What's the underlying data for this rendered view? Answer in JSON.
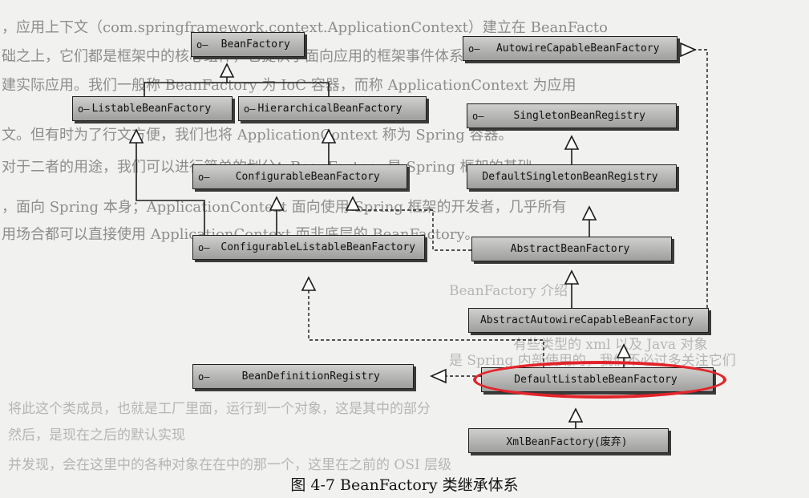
{
  "caption": "图 4-7  BeanFactory 类继承体系",
  "colors": {
    "box_top": "#cfcfcd",
    "box_bottom": "#9e9e9c",
    "highlight_ring": "#e3242b",
    "paper": "#f1f1ef"
  },
  "icon": "circle-dash-icon",
  "nodes": {
    "beanfactory": "BeanFactory",
    "listable": "ListableBeanFactory",
    "hierarchical": "HierarchicalBeanFactory",
    "configurable": "ConfigurableBeanFactory",
    "configurable_listable": "ConfigurableListableBeanFactory",
    "autowire_capable": "AutowireCapableBeanFactory",
    "singleton_registry": "SingletonBeanRegistry",
    "default_singleton": "DefaultSingletonBeanRegistry",
    "abstract_bf": "AbstractBeanFactory",
    "abstract_autowire": "AbstractAutowireCapableBeanFactory",
    "bd_registry": "BeanDefinitionRegistry",
    "default_listable": "DefaultListableBeanFactory",
    "xml_bf": "XmlBeanFactory(废弃)"
  },
  "background_text": [
    "，应用上下文（com.springframework.context.ApplicationContext）建立在 BeanFacto",
    "础之上，它们都是框架中的核心组件，它提供了面向应用的框架事件体系，更易",
    "建实际应用。我们一般称 BeanFactory 为 IoC 容器，而称 ApplicationContext 为应用",
    "文。但有时为了行文方便，我们也将 ApplicationContext 称为 Spring 容器。",
    "对于二者的用途，我们可以进行简单的划分：BeanFactory 是 Spring 框架的基础",
    "，面向 Spring 本身；ApplicationContext 面向使用 Spring 框架的开发者，几乎所有",
    "用场合都可以直接使用 ApplicationContext 而非底层的 BeanFactory。",
    "BeanFactory 介绍",
    "有些类型的 xml 以及 Java 对象",
    "是 Spring 内部使用的，我们不必过多关注它们",
    "将此这个类成员，也就是工厂里面，运行到一个对象，这是其中的部分",
    "然后，是现在之后的默认实现",
    "并发现，会在这里中的各种对象在在中的那一个，这里在之前的 OSI 层级"
  ]
}
